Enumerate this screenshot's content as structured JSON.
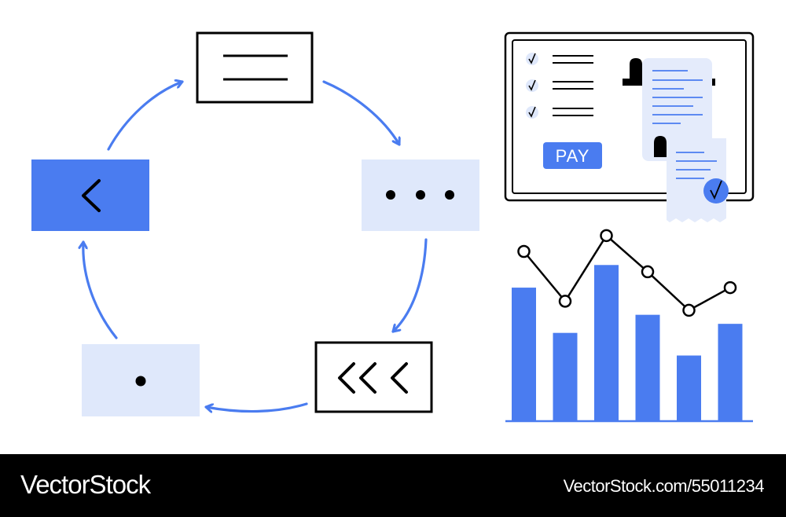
{
  "colors": {
    "accent": "#4a7cf0",
    "accent_light": "#dfe8fb",
    "ink": "#000000",
    "paper": "#ffffff",
    "receipt": "#e4ebfb"
  },
  "cycle": {
    "nodes": [
      {
        "id": "top",
        "icon": "menu-lines-icon"
      },
      {
        "id": "right",
        "icon": "more-dots-icon"
      },
      {
        "id": "bottom-right",
        "icon": "triple-chevron-left-icon"
      },
      {
        "id": "bottom-left",
        "icon": "dot-icon"
      },
      {
        "id": "left",
        "icon": "chevron-left-icon"
      }
    ]
  },
  "payment": {
    "button_label": "PAY",
    "checklist_count": 3
  },
  "chart_data": {
    "type": "bar",
    "categories": [
      "",
      "",
      "",
      "",
      "",
      ""
    ],
    "values": [
      59,
      39,
      69,
      47,
      29,
      43
    ],
    "line": [
      75,
      53,
      82,
      66,
      49,
      59
    ],
    "ylim": [
      0,
      100
    ],
    "grid": false
  },
  "footer": {
    "brand": "VectorStock",
    "url": "VectorStock.com/55011234"
  }
}
